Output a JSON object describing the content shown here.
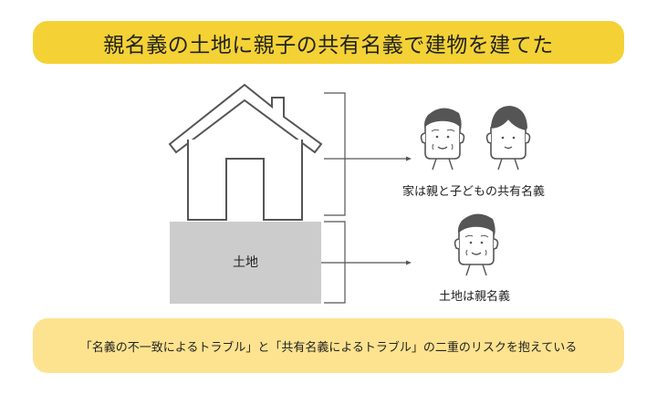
{
  "title": "親名義の土地に親子の共有名義で建物を建てた",
  "diagram": {
    "house_label": "",
    "land_label": "土地",
    "house_owner_caption": "家は親と子どもの共有名義",
    "land_owner_caption": "土地は親名義",
    "icons": [
      "house-icon",
      "parent-face-icon",
      "child-face-icon",
      "bracket-icon",
      "arrow-icon"
    ]
  },
  "summary": "「名義の不一致によるトラブル」と「共有名義によるトラブル」の二重のリスクを抱えている",
  "colors": {
    "title_bg": "#f4d235",
    "summary_bg": "#fde38f",
    "land_fill": "#cccccc",
    "stroke": "#555555",
    "hair": "#555555"
  }
}
